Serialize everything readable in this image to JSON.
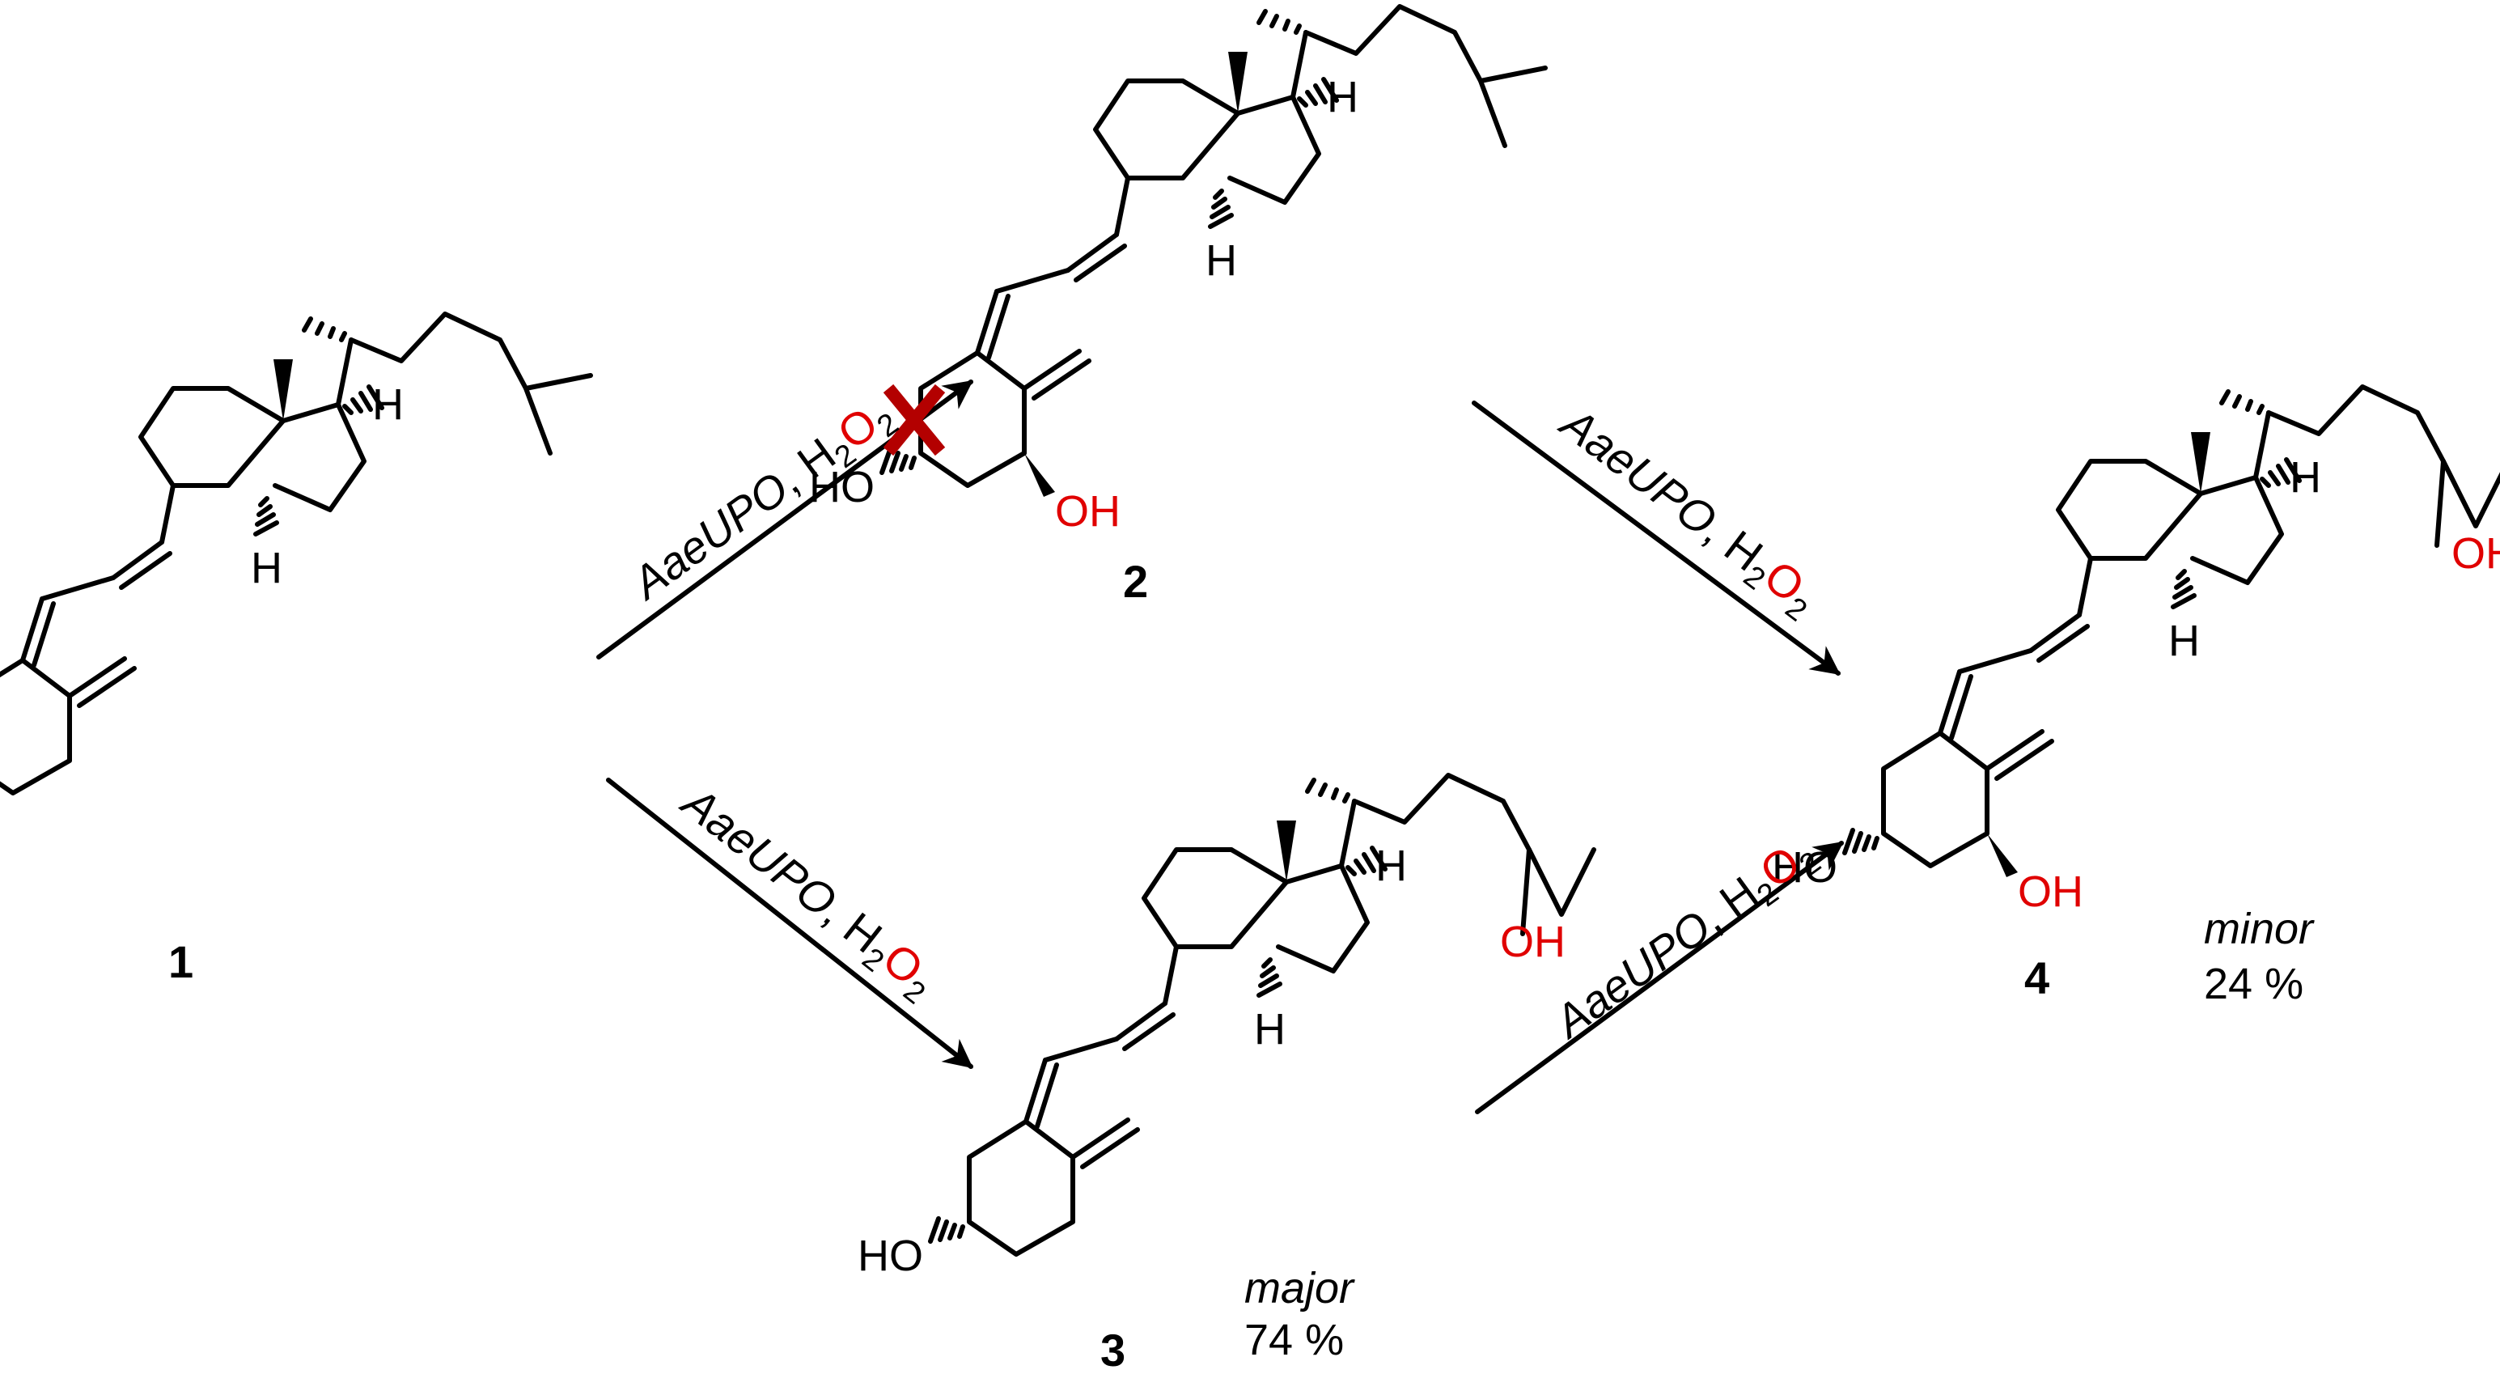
{
  "compounds": [
    {
      "number": "1"
    },
    {
      "number": "2"
    },
    {
      "number": "3",
      "note": "major",
      "yield": "74 %"
    },
    {
      "number": "4",
      "note": "minor",
      "yield": "24 %"
    }
  ],
  "reagent": {
    "enzyme": "AaeUPO",
    "oxidant_H": "H",
    "oxidant_2a": "2",
    "oxidant_O": "O",
    "oxidant_2b": "2"
  },
  "atoms": {
    "HO": "HO",
    "OH": "OH",
    "H": "H"
  },
  "colors": {
    "bond": "#000000",
    "oxygen_highlight": "#e00000",
    "blocked_cross": "#b30000"
  }
}
